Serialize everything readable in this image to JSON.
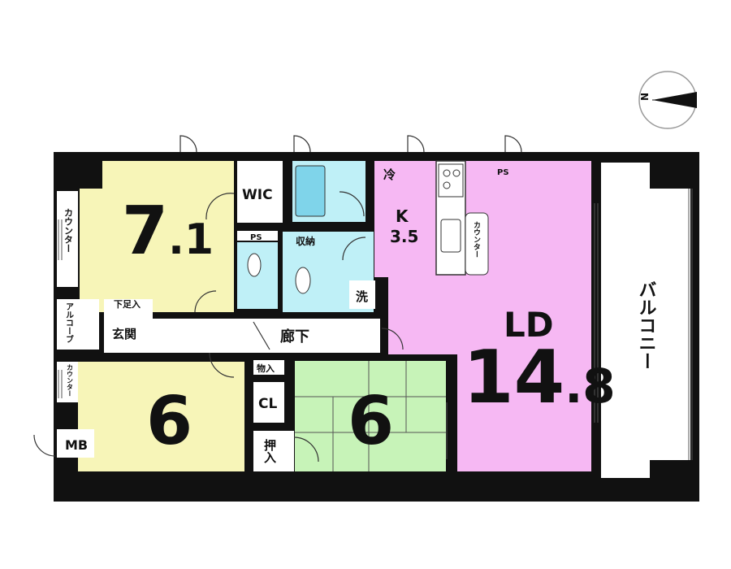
{
  "compass": {
    "label": "N"
  },
  "rooms": {
    "western_1": {
      "size_int": "7",
      "size_dec": ".1"
    },
    "western_2": {
      "size": "6"
    },
    "japanese": {
      "size": "6"
    },
    "kitchen": {
      "name": "K",
      "size": "3.5"
    },
    "living": {
      "name": "LD",
      "size_int": "14",
      "size_dec": ".8"
    }
  },
  "labels": {
    "wic": "WIC",
    "ps_top": "PS",
    "ps_kitchen": "PS",
    "storage": "収納",
    "washer": "洗",
    "fridge": "冷",
    "counter_kitchen": "カウンター",
    "counter_room1": "カウンター",
    "counter_room2": "カウンター",
    "alcove": "アルコーブ",
    "shoe_storage": "下足入",
    "entrance": "玄関",
    "hallway": "廊下",
    "storeroom": "物入",
    "closet": "CL",
    "oshiire": "押入",
    "meter_box": "MB",
    "balcony": "バルコニー"
  },
  "colors": {
    "western": "#f7f5b8",
    "japanese": "#c7f3b8",
    "living": "#f6b8f3",
    "wet": "#bff0f7",
    "wall": "#111111"
  }
}
